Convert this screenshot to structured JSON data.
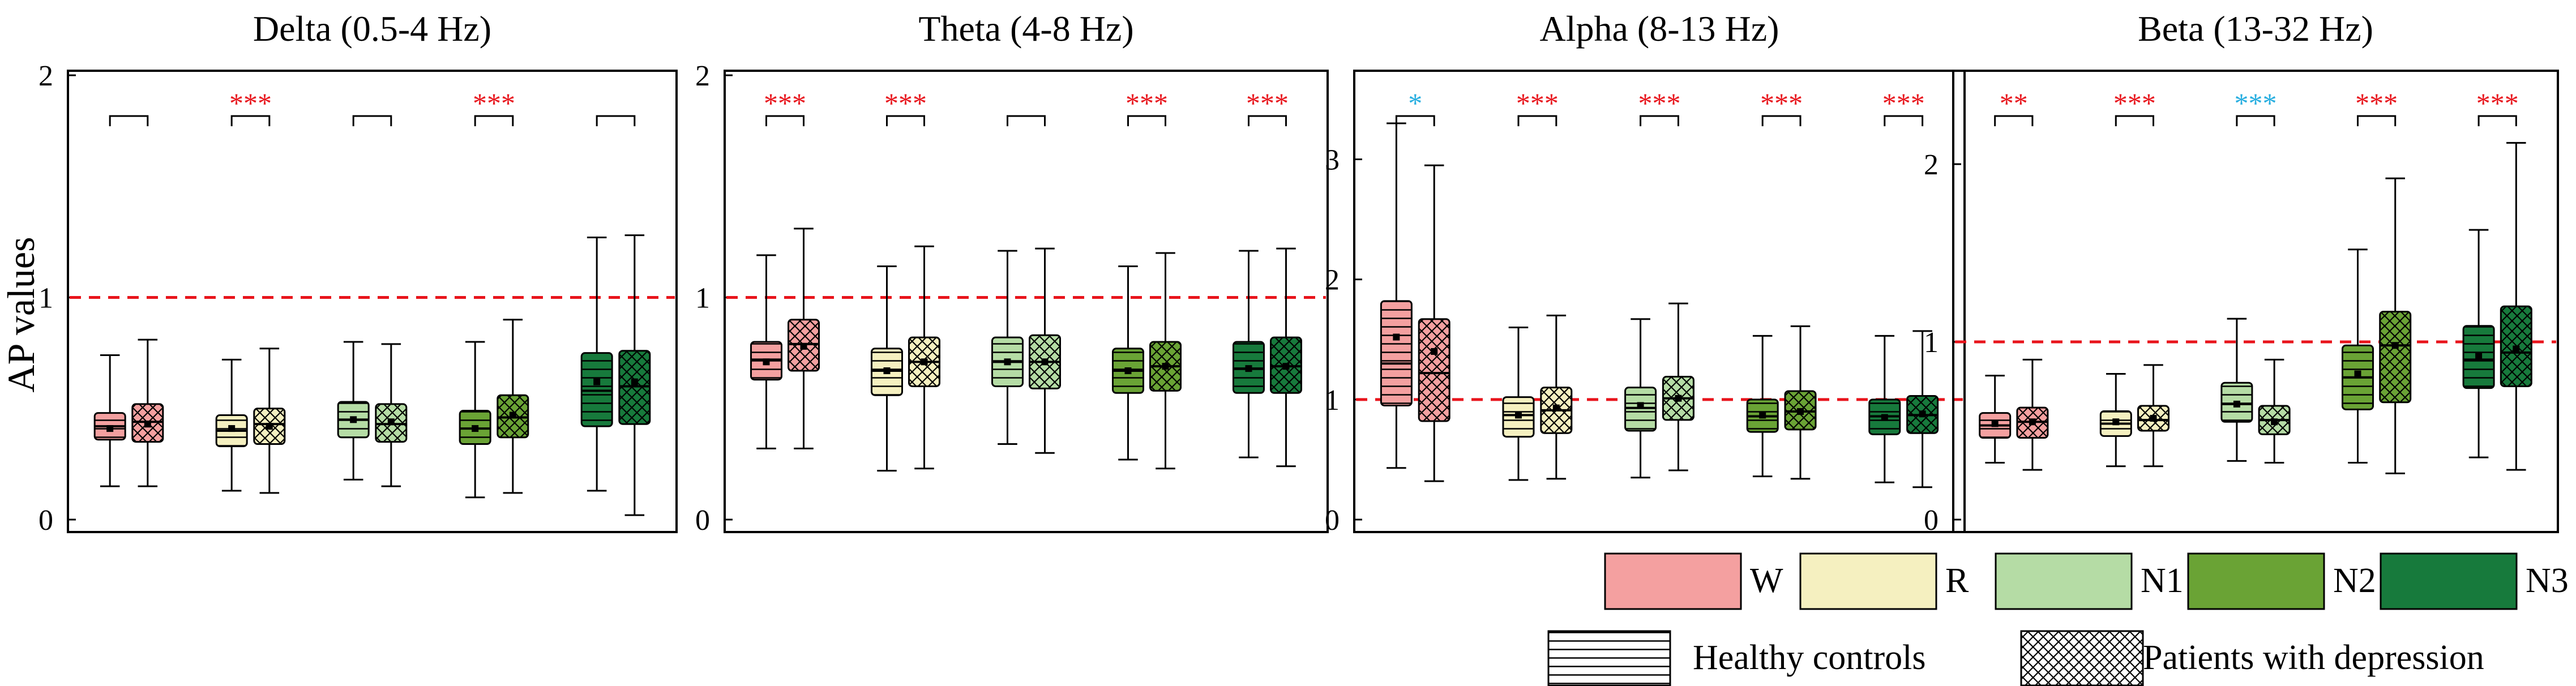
{
  "figure": {
    "ylabel": "AP values",
    "colors": {
      "W": "#f4a0a0",
      "R": "#f5f0c0",
      "N1": "#b5dca5",
      "N2": "#6aa335",
      "N3": "#177a3c"
    },
    "sig_colors": {
      "red": "#e8141c",
      "blue": "#27aee0"
    },
    "reference_line": {
      "value": 1,
      "color": "#e8141c",
      "style": "dashed"
    },
    "legend": {
      "stages": [
        "W",
        "R",
        "N1",
        "N2",
        "N3"
      ],
      "groups": [
        {
          "name": "Healthy controls",
          "pattern": "horizontal-lines"
        },
        {
          "name": "Patients with depression",
          "pattern": "crosshatch"
        }
      ]
    }
  },
  "chart_data": [
    {
      "type": "boxplot",
      "title": "Delta (0.5-4 Hz)",
      "ylabel": "AP values",
      "ylim": [
        0,
        2
      ],
      "yticks": [
        "0",
        "1",
        "2"
      ],
      "groups": [
        "Healthy controls",
        "Patients with depression"
      ],
      "categories": [
        "W",
        "R",
        "N1",
        "N2",
        "N3"
      ],
      "significance": [
        {
          "stage": "W",
          "stars": "",
          "color": "black"
        },
        {
          "stage": "R",
          "stars": "***",
          "color": "red"
        },
        {
          "stage": "N1",
          "stars": "",
          "color": "black"
        },
        {
          "stage": "N2",
          "stars": "***",
          "color": "red"
        },
        {
          "stage": "N3",
          "stars": "",
          "color": "black"
        }
      ],
      "boxes": [
        {
          "stage": "W",
          "group": "Healthy controls",
          "min": 0.15,
          "q1": 0.36,
          "median": 0.42,
          "mean": 0.41,
          "q3": 0.48,
          "max": 0.74
        },
        {
          "stage": "W",
          "group": "Patients with depression",
          "min": 0.15,
          "q1": 0.35,
          "median": 0.44,
          "mean": 0.43,
          "q3": 0.52,
          "max": 0.81
        },
        {
          "stage": "R",
          "group": "Healthy controls",
          "min": 0.13,
          "q1": 0.33,
          "median": 0.4,
          "mean": 0.41,
          "q3": 0.47,
          "max": 0.72
        },
        {
          "stage": "R",
          "group": "Patients with depression",
          "min": 0.12,
          "q1": 0.34,
          "median": 0.43,
          "mean": 0.42,
          "q3": 0.5,
          "max": 0.77
        },
        {
          "stage": "N1",
          "group": "Healthy controls",
          "min": 0.18,
          "q1": 0.37,
          "median": 0.45,
          "mean": 0.45,
          "q3": 0.53,
          "max": 0.8
        },
        {
          "stage": "N1",
          "group": "Patients with depression",
          "min": 0.15,
          "q1": 0.35,
          "median": 0.43,
          "mean": 0.44,
          "q3": 0.52,
          "max": 0.79
        },
        {
          "stage": "N2",
          "group": "Healthy controls",
          "min": 0.1,
          "q1": 0.34,
          "median": 0.41,
          "mean": 0.41,
          "q3": 0.49,
          "max": 0.8
        },
        {
          "stage": "N2",
          "group": "Patients with depression",
          "min": 0.12,
          "q1": 0.37,
          "median": 0.46,
          "mean": 0.47,
          "q3": 0.56,
          "max": 0.9
        },
        {
          "stage": "N3",
          "group": "Healthy controls",
          "min": 0.13,
          "q1": 0.42,
          "median": 0.58,
          "mean": 0.62,
          "q3": 0.75,
          "max": 1.27
        },
        {
          "stage": "N3",
          "group": "Patients with depression",
          "min": 0.02,
          "q1": 0.43,
          "median": 0.6,
          "mean": 0.62,
          "q3": 0.76,
          "max": 1.28
        }
      ]
    },
    {
      "type": "boxplot",
      "title": "Theta (4-8 Hz)",
      "ylim": [
        0,
        2
      ],
      "yticks": [
        "0",
        "1",
        "2"
      ],
      "groups": [
        "Healthy controls",
        "Patients with depression"
      ],
      "categories": [
        "W",
        "R",
        "N1",
        "N2",
        "N3"
      ],
      "significance": [
        {
          "stage": "W",
          "stars": "***",
          "color": "red"
        },
        {
          "stage": "R",
          "stars": "***",
          "color": "red"
        },
        {
          "stage": "N1",
          "stars": "",
          "color": "black"
        },
        {
          "stage": "N2",
          "stars": "***",
          "color": "red"
        },
        {
          "stage": "N3",
          "stars": "***",
          "color": "red"
        }
      ],
      "boxes": [
        {
          "stage": "W",
          "group": "Healthy controls",
          "min": 0.32,
          "q1": 0.63,
          "median": 0.72,
          "mean": 0.71,
          "q3": 0.8,
          "max": 1.19
        },
        {
          "stage": "W",
          "group": "Patients with depression",
          "min": 0.32,
          "q1": 0.67,
          "median": 0.79,
          "mean": 0.78,
          "q3": 0.9,
          "max": 1.31
        },
        {
          "stage": "R",
          "group": "Healthy controls",
          "min": 0.22,
          "q1": 0.56,
          "median": 0.67,
          "mean": 0.67,
          "q3": 0.77,
          "max": 1.14
        },
        {
          "stage": "R",
          "group": "Patients with depression",
          "min": 0.23,
          "q1": 0.6,
          "median": 0.71,
          "mean": 0.71,
          "q3": 0.82,
          "max": 1.23
        },
        {
          "stage": "N1",
          "group": "Healthy controls",
          "min": 0.34,
          "q1": 0.6,
          "median": 0.71,
          "mean": 0.71,
          "q3": 0.82,
          "max": 1.21
        },
        {
          "stage": "N1",
          "group": "Patients with depression",
          "min": 0.3,
          "q1": 0.59,
          "median": 0.71,
          "mean": 0.71,
          "q3": 0.83,
          "max": 1.22
        },
        {
          "stage": "N2",
          "group": "Healthy controls",
          "min": 0.27,
          "q1": 0.57,
          "median": 0.67,
          "mean": 0.67,
          "q3": 0.77,
          "max": 1.14
        },
        {
          "stage": "N2",
          "group": "Patients with depression",
          "min": 0.23,
          "q1": 0.58,
          "median": 0.69,
          "mean": 0.69,
          "q3": 0.8,
          "max": 1.2
        },
        {
          "stage": "N3",
          "group": "Healthy controls",
          "min": 0.28,
          "q1": 0.57,
          "median": 0.68,
          "mean": 0.68,
          "q3": 0.8,
          "max": 1.21
        },
        {
          "stage": "N3",
          "group": "Patients with depression",
          "min": 0.24,
          "q1": 0.57,
          "median": 0.69,
          "mean": 0.69,
          "q3": 0.82,
          "max": 1.22
        }
      ]
    },
    {
      "type": "boxplot",
      "title": "Alpha (8-13 Hz)",
      "ylim": [
        0,
        3.7
      ],
      "yticks": [
        "0",
        "1",
        "2",
        "3"
      ],
      "groups": [
        "Healthy controls",
        "Patients with depression"
      ],
      "categories": [
        "W",
        "R",
        "N1",
        "N2",
        "N3"
      ],
      "significance": [
        {
          "stage": "W",
          "stars": "*",
          "color": "blue"
        },
        {
          "stage": "R",
          "stars": "***",
          "color": "red"
        },
        {
          "stage": "N1",
          "stars": "***",
          "color": "red"
        },
        {
          "stage": "N2",
          "stars": "***",
          "color": "red"
        },
        {
          "stage": "N3",
          "stars": "***",
          "color": "red"
        }
      ],
      "boxes": [
        {
          "stage": "W",
          "group": "Healthy controls",
          "min": 0.43,
          "q1": 0.95,
          "median": 1.3,
          "mean": 1.52,
          "q3": 1.82,
          "max": 3.3
        },
        {
          "stage": "W",
          "group": "Patients with depression",
          "min": 0.32,
          "q1": 0.82,
          "median": 1.22,
          "mean": 1.4,
          "q3": 1.67,
          "max": 2.95
        },
        {
          "stage": "R",
          "group": "Healthy controls",
          "min": 0.33,
          "q1": 0.69,
          "median": 0.87,
          "mean": 0.87,
          "q3": 1.02,
          "max": 1.6
        },
        {
          "stage": "R",
          "group": "Patients with depression",
          "min": 0.34,
          "q1": 0.72,
          "median": 0.91,
          "mean": 0.93,
          "q3": 1.1,
          "max": 1.7
        },
        {
          "stage": "N1",
          "group": "Healthy controls",
          "min": 0.35,
          "q1": 0.74,
          "median": 0.93,
          "mean": 0.95,
          "q3": 1.1,
          "max": 1.67
        },
        {
          "stage": "N1",
          "group": "Patients with depression",
          "min": 0.41,
          "q1": 0.83,
          "median": 1.01,
          "mean": 1.01,
          "q3": 1.19,
          "max": 1.8
        },
        {
          "stage": "N2",
          "group": "Healthy controls",
          "min": 0.36,
          "q1": 0.73,
          "median": 0.86,
          "mean": 0.87,
          "q3": 1.0,
          "max": 1.53
        },
        {
          "stage": "N2",
          "group": "Patients with depression",
          "min": 0.34,
          "q1": 0.75,
          "median": 0.9,
          "mean": 0.9,
          "q3": 1.07,
          "max": 1.61
        },
        {
          "stage": "N3",
          "group": "Healthy controls",
          "min": 0.31,
          "q1": 0.71,
          "median": 0.86,
          "mean": 0.85,
          "q3": 1.0,
          "max": 1.53
        },
        {
          "stage": "N3",
          "group": "Patients with depression",
          "min": 0.27,
          "q1": 0.72,
          "median": 0.87,
          "mean": 0.88,
          "q3": 1.03,
          "max": 1.57
        }
      ]
    },
    {
      "type": "boxplot",
      "title": "Beta (13-32 Hz)",
      "ylim": [
        0,
        2.5
      ],
      "yticks": [
        "0",
        "1",
        "2"
      ],
      "groups": [
        "Healthy controls",
        "Patients with depression"
      ],
      "categories": [
        "W",
        "R",
        "N1",
        "N2",
        "N3"
      ],
      "significance": [
        {
          "stage": "W",
          "stars": "**",
          "color": "red"
        },
        {
          "stage": "R",
          "stars": "***",
          "color": "red"
        },
        {
          "stage": "N1",
          "stars": "***",
          "color": "blue"
        },
        {
          "stage": "N2",
          "stars": "***",
          "color": "red"
        },
        {
          "stage": "N3",
          "stars": "***",
          "color": "red"
        }
      ],
      "boxes": [
        {
          "stage": "W",
          "group": "Healthy controls",
          "min": 0.32,
          "q1": 0.46,
          "median": 0.53,
          "mean": 0.54,
          "q3": 0.6,
          "max": 0.81
        },
        {
          "stage": "W",
          "group": "Patients with depression",
          "min": 0.28,
          "q1": 0.46,
          "median": 0.55,
          "mean": 0.55,
          "q3": 0.63,
          "max": 0.9
        },
        {
          "stage": "R",
          "group": "Healthy controls",
          "min": 0.3,
          "q1": 0.47,
          "median": 0.54,
          "mean": 0.55,
          "q3": 0.61,
          "max": 0.82
        },
        {
          "stage": "R",
          "group": "Patients with depression",
          "min": 0.3,
          "q1": 0.5,
          "median": 0.56,
          "mean": 0.57,
          "q3": 0.64,
          "max": 0.87
        },
        {
          "stage": "N1",
          "group": "Healthy controls",
          "min": 0.33,
          "q1": 0.55,
          "median": 0.65,
          "mean": 0.65,
          "q3": 0.77,
          "max": 1.13
        },
        {
          "stage": "N1",
          "group": "Patients with depression",
          "min": 0.32,
          "q1": 0.48,
          "median": 0.56,
          "mean": 0.55,
          "q3": 0.64,
          "max": 0.9
        },
        {
          "stage": "N2",
          "group": "Healthy controls",
          "min": 0.32,
          "q1": 0.62,
          "median": 0.8,
          "mean": 0.82,
          "q3": 0.98,
          "max": 1.52
        },
        {
          "stage": "N2",
          "group": "Patients with depression",
          "min": 0.26,
          "q1": 0.66,
          "median": 0.98,
          "mean": 0.98,
          "q3": 1.17,
          "max": 1.92
        },
        {
          "stage": "N3",
          "group": "Healthy controls",
          "min": 0.35,
          "q1": 0.74,
          "median": 0.9,
          "mean": 0.92,
          "q3": 1.09,
          "max": 1.63
        },
        {
          "stage": "N3",
          "group": "Patients with depression",
          "min": 0.28,
          "q1": 0.75,
          "median": 0.94,
          "mean": 0.96,
          "q3": 1.2,
          "max": 2.12
        }
      ]
    }
  ]
}
